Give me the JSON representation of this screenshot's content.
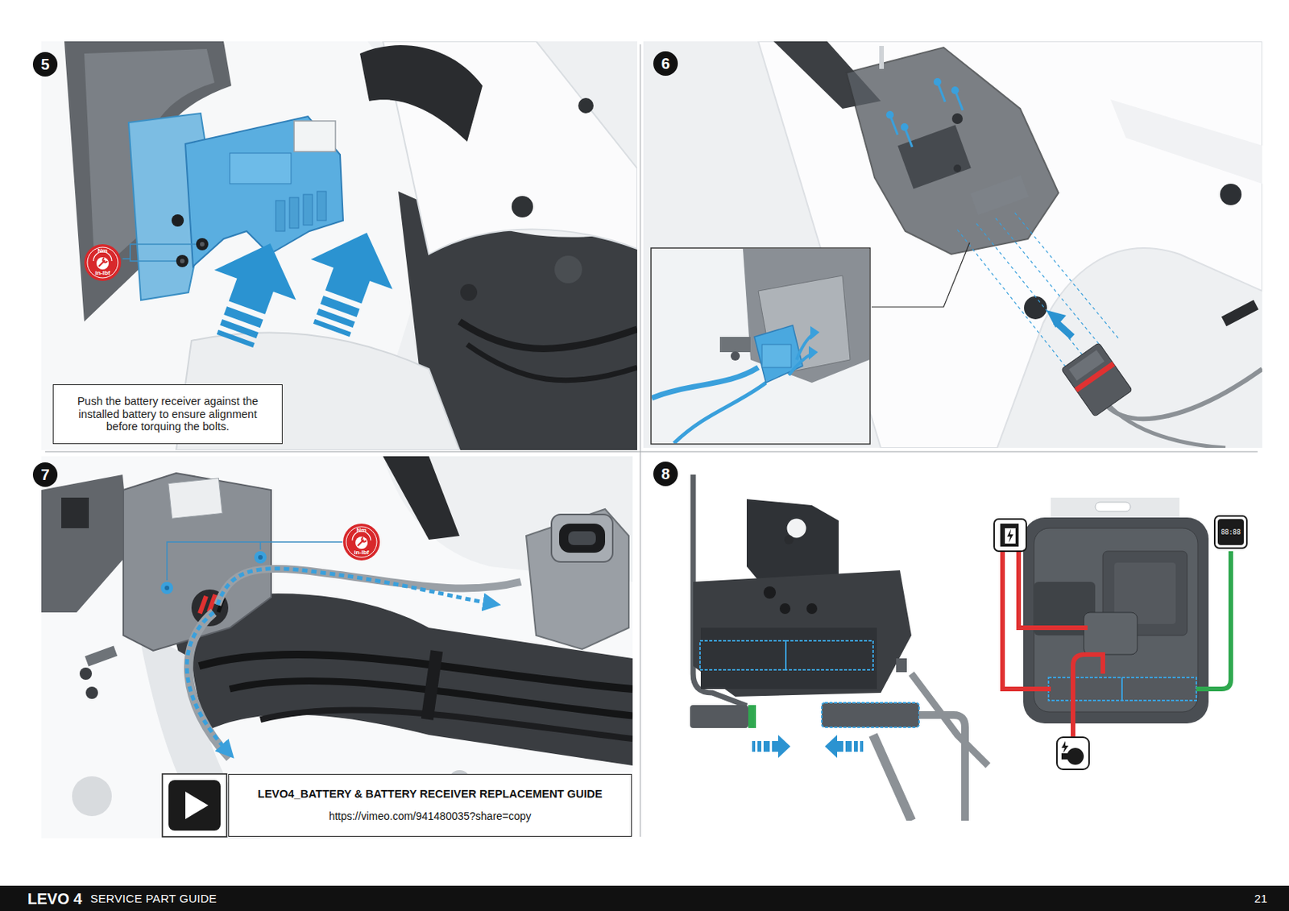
{
  "diagram": {
    "nodes": [
      {
        "text": [
          "Push the battery receiver against the installed battery to ensure alignment before torquing the bolts."
        ]
      },
      {
        "text": [
          "LEVO4_BATTERY & BATTERY RECEIVER REPLACEMENT GUIDE",
          "https://vimeo.com/941480035?share=copy"
        ]
      }
    ],
    "labels": [
      "5",
      "Nm",
      "in-lbf",
      "6",
      "7",
      "Nm",
      "in-lbf",
      "8",
      "88:88",
      "LEVO 4",
      "SERVICE PART GUIDE",
      "21"
    ]
  }
}
